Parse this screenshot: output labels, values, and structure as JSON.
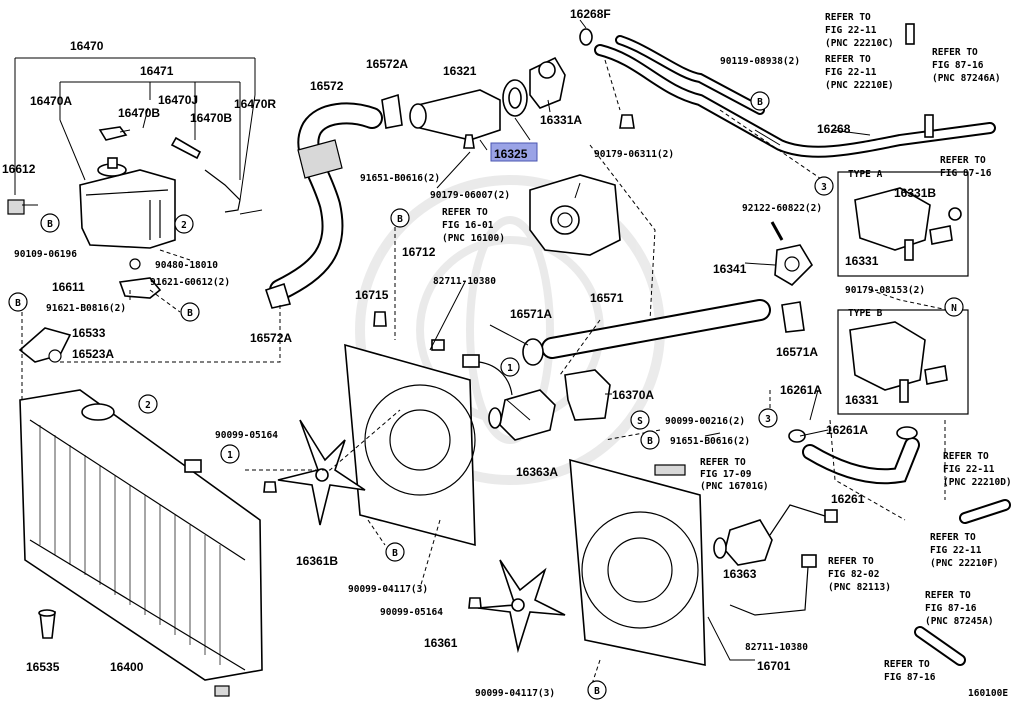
{
  "parts": {
    "p16470": "16470",
    "p16471": "16471",
    "p16470A": "16470A",
    "p16470B_1": "16470B",
    "p16470J": "16470J",
    "p16470R": "16470R",
    "p16470B_2": "16470B",
    "p16612": "16612",
    "p90109": "90109-06196",
    "p90480": "90480-18010",
    "p16611": "16611",
    "p91621G": "91621-G0612(2)",
    "p91621B": "91621-B0816(2)",
    "p16533": "16533",
    "p16523A": "16523A",
    "p16572": "16572",
    "p16572A_top": "16572A",
    "p16572A_bot": "16572A",
    "p16321": "16321",
    "p16325": "16325",
    "p16331A": "16331A",
    "p16268F": "16268F",
    "p90179_06007": "90179-06007(2)",
    "p91651_top": "91651-B0616(2)",
    "p16712": "16712",
    "p16715": "16715",
    "p82711_top": "82711-10380",
    "p16571A_mid": "16571A",
    "p16571": "16571",
    "p16370A": "16370A",
    "p90099_00216": "90099-00216(2)",
    "p91651_bot": "91651-B0616(2)",
    "p90099_05164_a": "90099-05164",
    "p16363A": "16363A",
    "p16361B": "16361B",
    "p90099_04117_a": "90099-04117(3)",
    "p90099_05164_b": "90099-05164",
    "p16361": "16361",
    "p16535": "16535",
    "p16400": "16400",
    "p90099_04117_b": "90099-04117(3)",
    "p16363": "16363",
    "p82711_bot": "82711-10380",
    "p16701": "16701",
    "p90119": "90119-08938(2)",
    "p16268": "16268",
    "p90179_06311": "90179-06311(2)",
    "p92122": "92122-60822(2)",
    "p16341": "16341",
    "p16571A_right": "16571A",
    "p16331B": "16331B",
    "p16331_a": "16331",
    "p90179_08153": "90179-08153(2)",
    "p16331_b": "16331",
    "p16261A_a": "16261A",
    "p16261A_b": "16261A",
    "p16261": "16261"
  },
  "refs": {
    "r1": [
      "REFER TO",
      "FIG 22-11",
      "(PNC 22210C)"
    ],
    "r2": [
      "REFER TO",
      "FIG 22-11",
      "(PNC 22210E)"
    ],
    "r3": [
      "REFER TO",
      "FIG 87-16",
      "(PNC 87246A)"
    ],
    "r4": [
      "REFER TO",
      "FIG 87-16"
    ],
    "r5": [
      "REFER TO",
      "FIG 16-01",
      "(PNC 16100)"
    ],
    "r6": [
      "REFER TO",
      "FIG 17-09",
      "(PNC 16701G)"
    ],
    "r7": [
      "REFER TO",
      "FIG 22-11",
      "(PNC 22210D)"
    ],
    "r8": [
      "REFER TO",
      "FIG 22-11",
      "(PNC 22210F)"
    ],
    "r9": [
      "REFER TO",
      "FIG 82-02",
      "(PNC 82113)"
    ],
    "r10": [
      "REFER TO",
      "FIG 87-16",
      "(PNC 87245A)"
    ],
    "r11": [
      "REFER TO",
      "FIG 87-16"
    ]
  },
  "types": {
    "a": "TYPE A",
    "b": "TYPE B"
  },
  "markers": {
    "B": "B",
    "S": "S",
    "N": "N",
    "one": "1",
    "two": "2",
    "three": "3"
  },
  "footer": {
    "code": "160100E"
  },
  "watermark": {
    "brand": "TOYOTA"
  }
}
